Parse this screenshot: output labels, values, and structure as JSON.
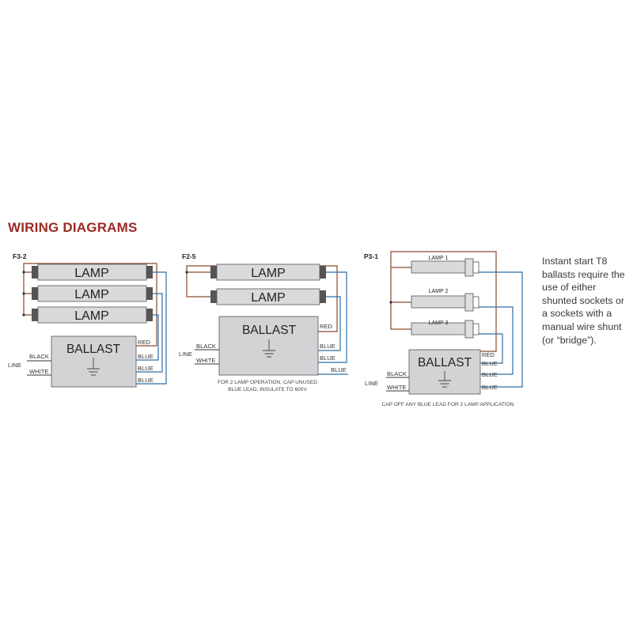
{
  "title": "WIRING DIAGRAMS",
  "note": "Instant start T8 ballasts require the use of either shunted sockets or a sockets with a manual wire shunt (or “bridge”).",
  "diagrams": {
    "f32": {
      "tag": "F3-2",
      "lamps": [
        "LAMP",
        "LAMP",
        "LAMP"
      ],
      "ballast": "BALLAST",
      "line": "LINE",
      "black": "BLACK",
      "white": "WHITE",
      "leads": [
        "RED",
        "BLUE",
        "BLUE",
        "BLUE"
      ]
    },
    "f25": {
      "tag": "F2-5",
      "lamps": [
        "LAMP",
        "LAMP"
      ],
      "ballast": "BALLAST",
      "line": "LINE",
      "black": "BLACK",
      "white": "WHITE",
      "leads": [
        "RED",
        "BLUE",
        "BLUE",
        "BLUE"
      ],
      "caption": [
        "FOR 2 LAMP OPERATION, CAP UNUSED",
        "BLUE LEAD, INSULATE TO 600V"
      ]
    },
    "p31": {
      "tag": "P3-1",
      "lamps": [
        "LAMP 1",
        "LAMP 2",
        "LAMP 3"
      ],
      "ballast": "BALLAST",
      "line": "LINE",
      "black": "BLACK",
      "white": "WHITE",
      "leads": [
        "RED",
        "BLUE",
        "BLUE",
        "BLUE"
      ],
      "caption": "CAP OFF ANY BLUE LEAD FOR 2 LAMP APPLICATION"
    }
  },
  "colors": {
    "title": "#9b2a24",
    "red_wire": "#8a4a2e",
    "blue_wire": "#2f6fa6",
    "ballast": "#d3d3d5"
  }
}
